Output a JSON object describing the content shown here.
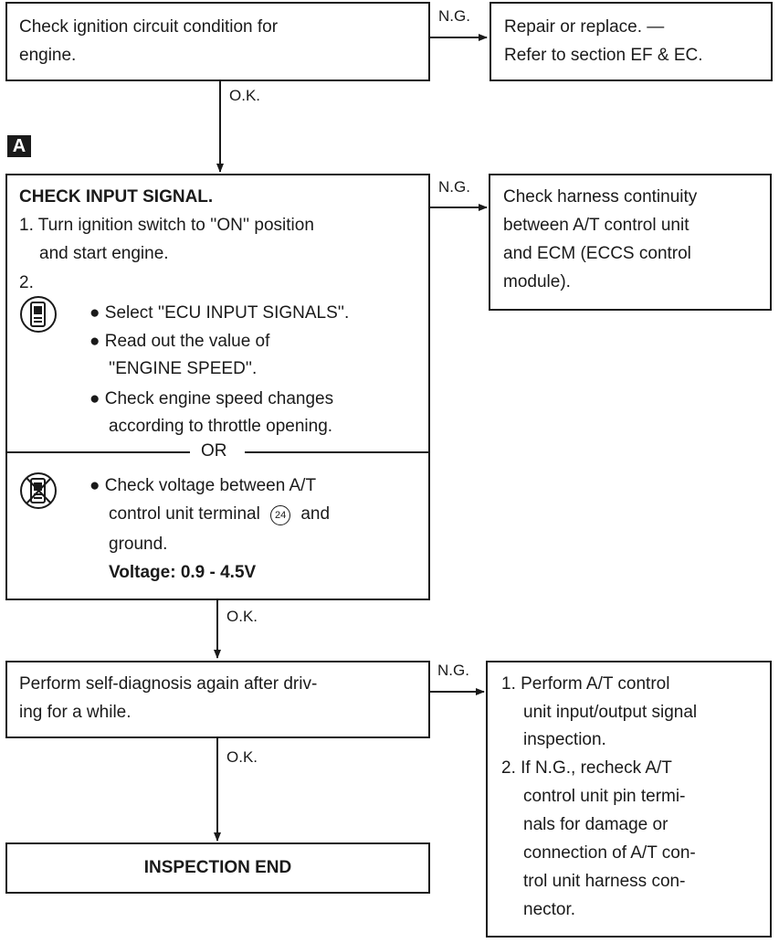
{
  "box1": {
    "lines": [
      "Check ignition circuit condition for",
      "engine."
    ]
  },
  "repair_box": {
    "lines": [
      "Repair or replace. —",
      "Refer to section EF & EC."
    ]
  },
  "section_marker": "A",
  "check_input_box": {
    "title": "CHECK INPUT SIGNAL.",
    "step1": [
      "1. Turn ignition switch to ''ON'' position",
      "and start engine."
    ],
    "step2": "2.",
    "consult_bullets": [
      "Select ''ECU INPUT SIGNALS''.",
      "Read out the value of",
      "''ENGINE SPEED''.",
      "Check engine speed changes",
      "according to throttle opening."
    ],
    "or_label": "OR",
    "voltage_lines": [
      "Check voltage between A/T",
      "control unit terminal",
      "and",
      "ground."
    ],
    "terminal_number": "24",
    "voltage_spec": "Voltage: 0.9 - 4.5V"
  },
  "harness_box": {
    "lines": [
      "Check harness continuity",
      "between A/T control unit",
      "and ECM (ECCS control",
      "module)."
    ]
  },
  "self_diag_box": {
    "lines": [
      "Perform self-diagnosis again after driv-",
      "ing for a while."
    ]
  },
  "inspection_box": {
    "lines": [
      "1. Perform A/T control",
      "unit input/output signal",
      "inspection.",
      "2. If N.G., recheck A/T",
      "control unit pin termi-",
      "nals for damage or",
      "connection of A/T con-",
      "trol unit harness con-",
      "nector."
    ]
  },
  "end_box": {
    "label": "INSPECTION END"
  },
  "flow_labels": {
    "ng": "N.G.",
    "ok": "O.K."
  },
  "icons": {
    "consult": "consult-tester-icon",
    "no_consult": "no-consult-tester-icon"
  },
  "colors": {
    "ink": "#1a1a1a",
    "background": "#ffffff"
  }
}
